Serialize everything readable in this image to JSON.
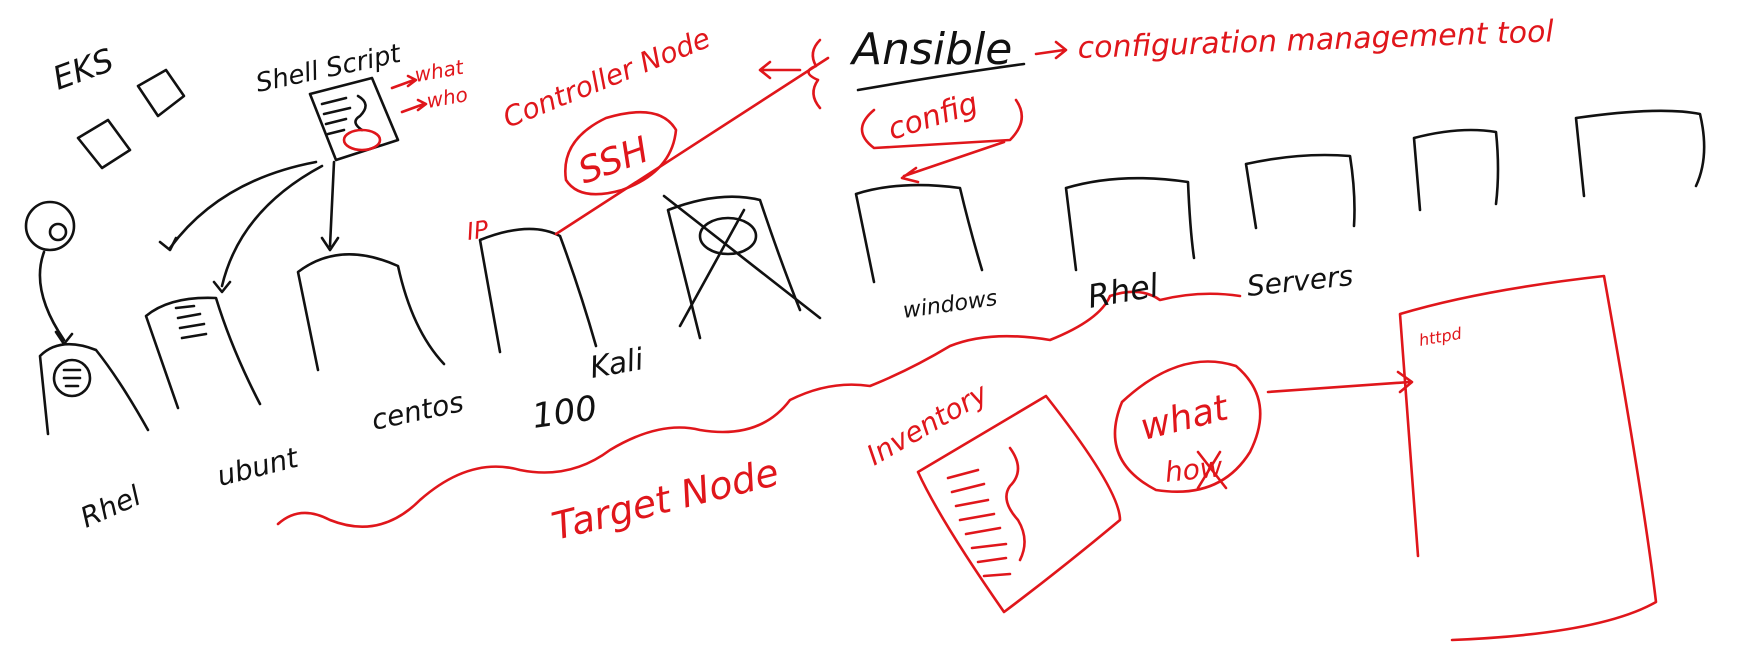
{
  "colors": {
    "ink": "#111111",
    "accent": "#e0161b",
    "background": "#ffffff"
  },
  "labels": {
    "eks": "EKS",
    "shell_script": "Shell Script",
    "what_small": "what",
    "who": "who",
    "controller_node": "Controller Node",
    "ansible": "Ansible",
    "config_tool": "configuration management tool",
    "config": "config",
    "ssh": "SSH",
    "ip": "IP",
    "rhel_left": "Rhel",
    "ubuntu": "ubunt",
    "centos": "centos",
    "count_100": "100",
    "kali": "Kali",
    "windows": "windows",
    "rhel_right": "Rhel",
    "servers": "Servers",
    "target_node": "Target Node",
    "inventory": "Inventory",
    "what_big": "what",
    "how_struck": "how",
    "playbook_tag": "httpd"
  }
}
